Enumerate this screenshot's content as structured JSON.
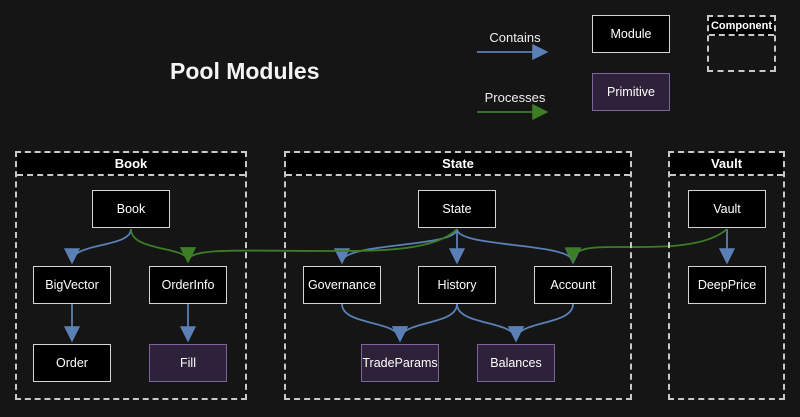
{
  "title": "Pool Modules",
  "colors": {
    "background": "#151515",
    "text": "#ffffff",
    "node_fill": "#000000",
    "node_border": "#d4d4d4",
    "primitive_fill": "#2d2239",
    "primitive_border": "#7f639e",
    "contains_edge": "#5a80b5",
    "processes_edge": "#3d7d26",
    "container_border": "#c9c9c9"
  },
  "legend": {
    "contains_label": "Contains",
    "processes_label": "Processes",
    "module_label": "Module",
    "primitive_label": "Primitive",
    "component_label": "Component"
  },
  "diagram": {
    "groups": [
      {
        "name": "Book",
        "nodes": [
          {
            "label": "Book",
            "type": "module"
          },
          {
            "label": "BigVector",
            "type": "module"
          },
          {
            "label": "OrderInfo",
            "type": "module"
          },
          {
            "label": "Order",
            "type": "module"
          },
          {
            "label": "Fill",
            "type": "primitive"
          }
        ]
      },
      {
        "name": "State",
        "nodes": [
          {
            "label": "State",
            "type": "module"
          },
          {
            "label": "Governance",
            "type": "module"
          },
          {
            "label": "History",
            "type": "module"
          },
          {
            "label": "Account",
            "type": "module"
          },
          {
            "label": "TradeParams",
            "type": "primitive"
          },
          {
            "label": "Balances",
            "type": "primitive"
          }
        ]
      },
      {
        "name": "Vault",
        "nodes": [
          {
            "label": "Vault",
            "type": "module"
          },
          {
            "label": "DeepPrice",
            "type": "module"
          }
        ]
      }
    ],
    "edges": [
      {
        "from": "Book",
        "to": "BigVector",
        "type": "contains"
      },
      {
        "from": "BigVector",
        "to": "Order",
        "type": "contains"
      },
      {
        "from": "OrderInfo",
        "to": "Fill",
        "type": "contains"
      },
      {
        "from": "State",
        "to": "Governance",
        "type": "contains"
      },
      {
        "from": "State",
        "to": "History",
        "type": "contains"
      },
      {
        "from": "State",
        "to": "Account",
        "type": "contains"
      },
      {
        "from": "Governance",
        "to": "TradeParams",
        "type": "contains"
      },
      {
        "from": "History",
        "to": "TradeParams",
        "type": "contains"
      },
      {
        "from": "History",
        "to": "Balances",
        "type": "contains"
      },
      {
        "from": "Account",
        "to": "Balances",
        "type": "contains"
      },
      {
        "from": "Vault",
        "to": "DeepPrice",
        "type": "contains"
      },
      {
        "from": "Book",
        "to": "OrderInfo",
        "type": "processes"
      },
      {
        "from": "State",
        "to": "OrderInfo",
        "type": "processes"
      },
      {
        "from": "Vault",
        "to": "Account",
        "type": "processes"
      }
    ]
  }
}
